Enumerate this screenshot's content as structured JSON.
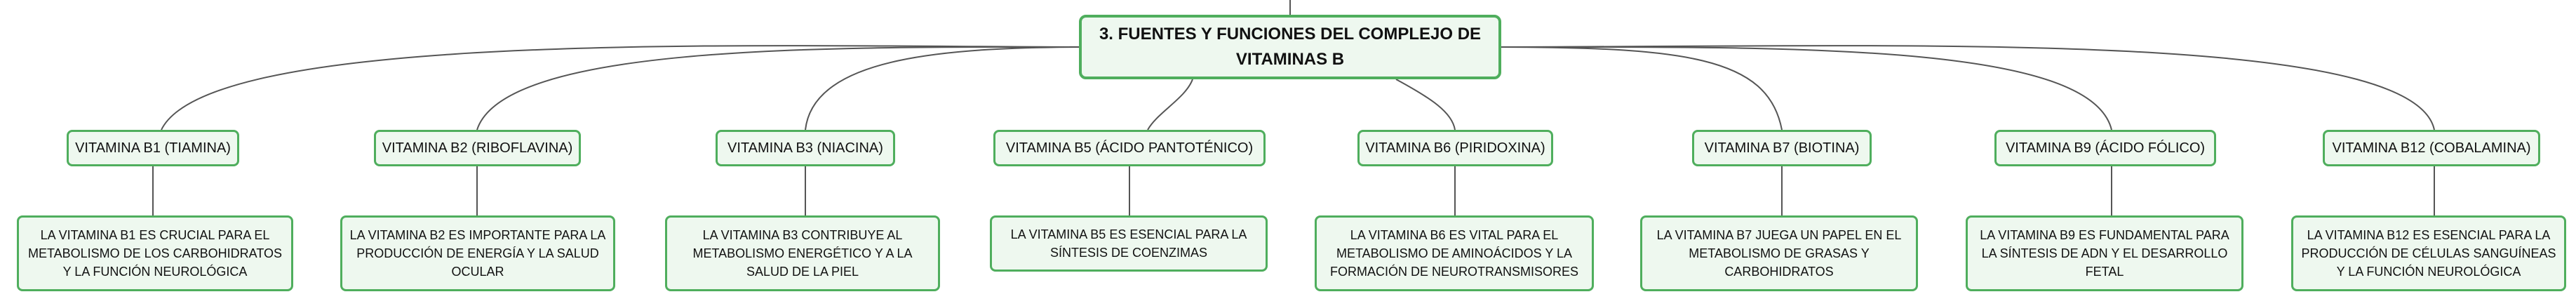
{
  "root": {
    "label": "3. FUENTES Y FUNCIONES DEL COMPLEJO DE VITAMINAS B"
  },
  "vitamins": [
    {
      "label": "VITAMINA B1 (TIAMINA)",
      "description": "LA VITAMINA B1 ES CRUCIAL PARA EL METABOLISMO DE LOS CARBOHIDRATOS Y LA FUNCIÓN NEUROLÓGICA"
    },
    {
      "label": "VITAMINA B2 (RIBOFLAVINA)",
      "description": "LA VITAMINA B2 ES IMPORTANTE PARA LA PRODUCCIÓN DE ENERGÍA Y LA SALUD OCULAR"
    },
    {
      "label": "VITAMINA B3 (NIACINA)",
      "description": "LA VITAMINA B3 CONTRIBUYE AL METABOLISMO ENERGÉTICO Y A LA SALUD DE LA PIEL"
    },
    {
      "label": "VITAMINA B5 (ÁCIDO PANTOTÉNICO)",
      "description": "LA VITAMINA B5 ES ESENCIAL PARA LA SÍNTESIS DE COENZIMAS"
    },
    {
      "label": "VITAMINA B6 (PIRIDOXINA)",
      "description": "LA VITAMINA B6 ES VITAL PARA EL METABOLISMO DE AMINOÁCIDOS Y LA FORMACIÓN DE NEUROTRANSMISORES"
    },
    {
      "label": "VITAMINA B7 (BIOTINA)",
      "description": "LA VITAMINA B7 JUEGA UN PAPEL EN EL METABOLISMO DE GRASAS Y CARBOHIDRATOS"
    },
    {
      "label": "VITAMINA B9 (ÁCIDO FÓLICO)",
      "description": "LA VITAMINA B9 ES FUNDAMENTAL PARA LA SÍNTESIS DE ADN Y EL DESARROLLO FETAL"
    },
    {
      "label": "VITAMINA B12 (COBALAMINA)",
      "description": "LA VITAMINA B12 ES ESENCIAL PARA LA PRODUCCIÓN DE CÉLULAS SANGUÍNEAS Y LA FUNCIÓN NEUROLÓGICA"
    }
  ],
  "colors": {
    "node_border": "#4fae5d",
    "node_fill": "#eef8ef",
    "connector": "#555555"
  }
}
